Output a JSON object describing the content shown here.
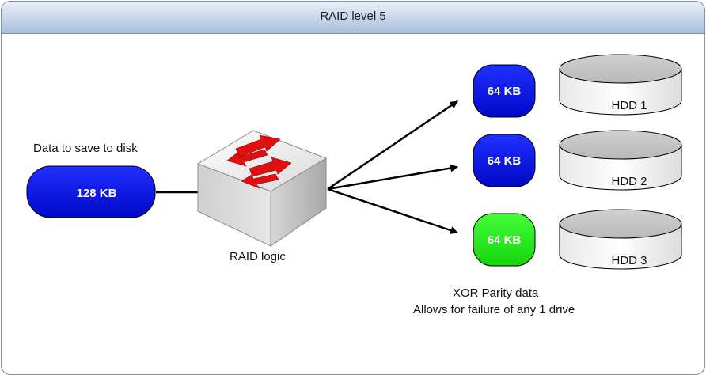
{
  "title": "RAID level 5",
  "input": {
    "caption": "Data to save to disk",
    "size": "128 KB",
    "color": "#0a14e6"
  },
  "controller": {
    "label": "RAID logic",
    "icon": "switch-icon",
    "arrow_color": "#e01010"
  },
  "chunks": [
    {
      "size": "64 KB",
      "kind": "data",
      "color": "#0a14e6"
    },
    {
      "size": "64 KB",
      "kind": "data",
      "color": "#0a14e6"
    },
    {
      "size": "64 KB",
      "kind": "parity",
      "color": "#22e61a"
    }
  ],
  "disks": [
    {
      "label": "HDD 1"
    },
    {
      "label": "HDD 2"
    },
    {
      "label": "HDD 3"
    }
  ],
  "parity_note": {
    "line1": "XOR Parity data",
    "line2": "Allows for failure of any 1 drive"
  }
}
